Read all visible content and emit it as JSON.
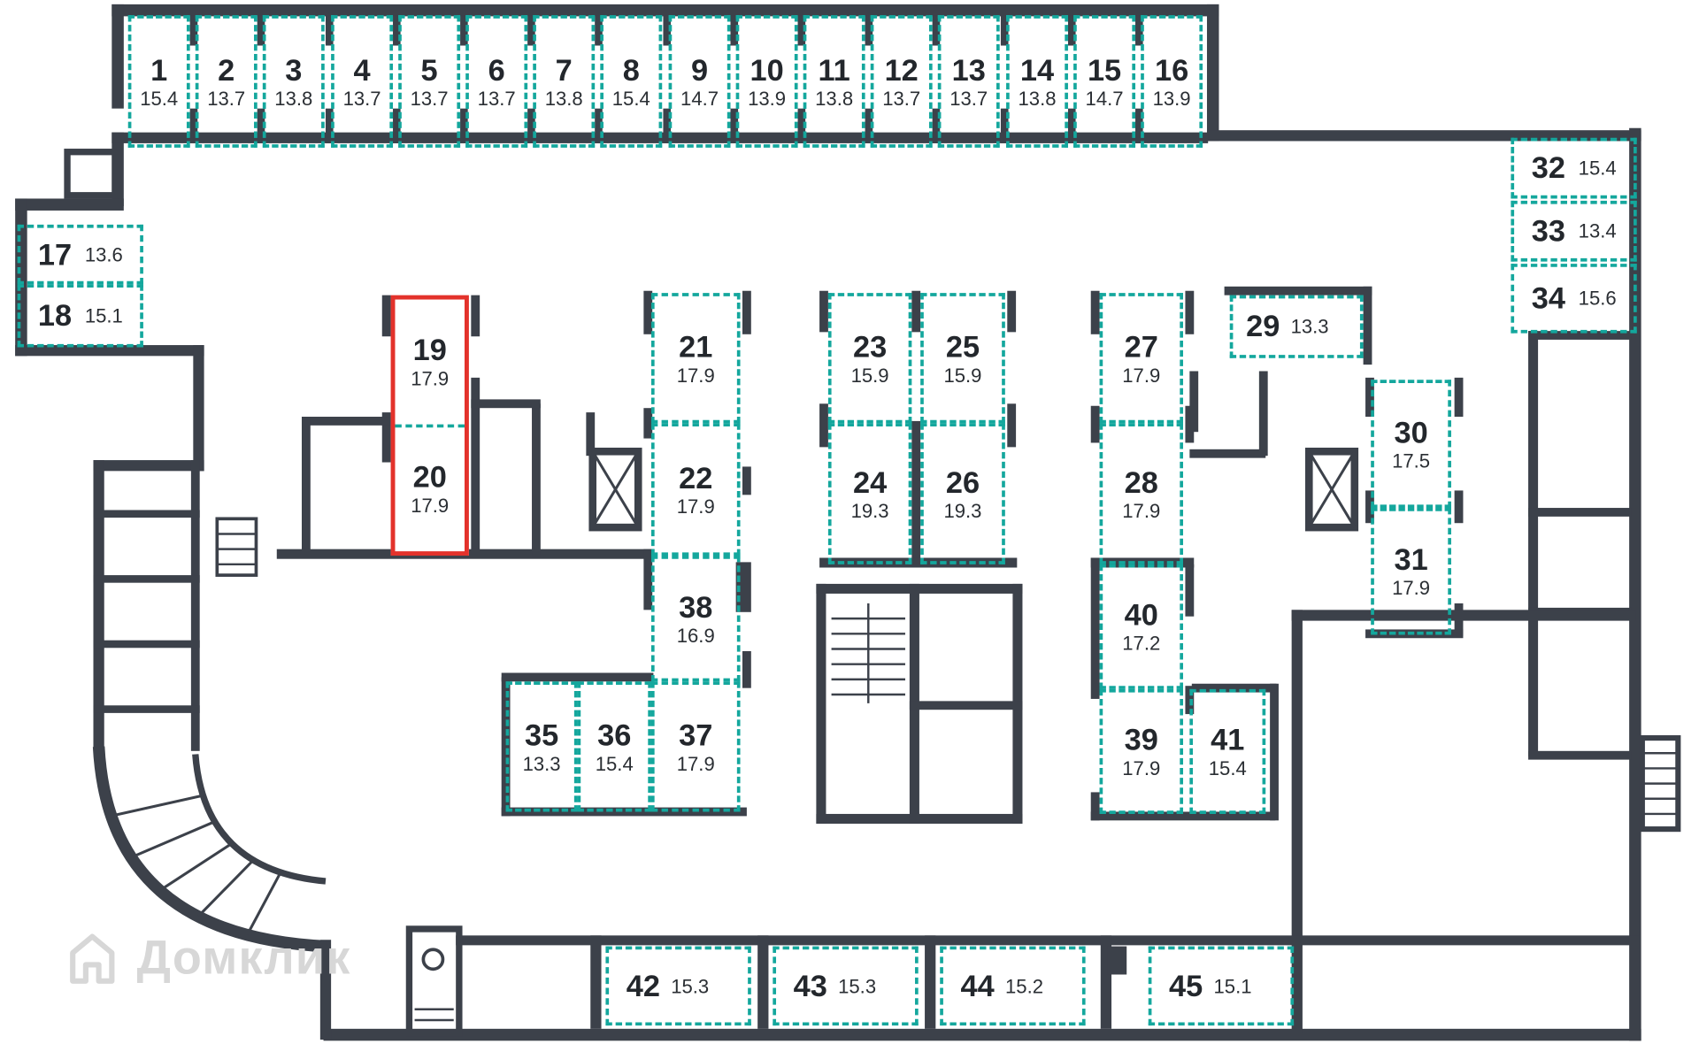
{
  "meta": {
    "type": "floor-plan",
    "watermark": "Домклик",
    "watermark_icon": "house-icon"
  },
  "colors": {
    "unit_outline_teal": "#14a79d",
    "selected_outline_red": "#e3322b",
    "wall_dark": "#3c414a",
    "watermark_gray": "#d7d7d7"
  },
  "selected_units": [
    "19",
    "20"
  ],
  "units": [
    {
      "number": "1",
      "area": "15.4"
    },
    {
      "number": "2",
      "area": "13.7"
    },
    {
      "number": "3",
      "area": "13.8"
    },
    {
      "number": "4",
      "area": "13.7"
    },
    {
      "number": "5",
      "area": "13.7"
    },
    {
      "number": "6",
      "area": "13.7"
    },
    {
      "number": "7",
      "area": "13.8"
    },
    {
      "number": "8",
      "area": "15.4"
    },
    {
      "number": "9",
      "area": "14.7"
    },
    {
      "number": "10",
      "area": "13.9"
    },
    {
      "number": "11",
      "area": "13.8"
    },
    {
      "number": "12",
      "area": "13.7"
    },
    {
      "number": "13",
      "area": "13.7"
    },
    {
      "number": "14",
      "area": "13.8"
    },
    {
      "number": "15",
      "area": "14.7"
    },
    {
      "number": "16",
      "area": "13.9"
    },
    {
      "number": "17",
      "area": "13.6"
    },
    {
      "number": "18",
      "area": "15.1"
    },
    {
      "number": "19",
      "area": "17.9"
    },
    {
      "number": "20",
      "area": "17.9"
    },
    {
      "number": "21",
      "area": "17.9"
    },
    {
      "number": "22",
      "area": "17.9"
    },
    {
      "number": "23",
      "area": "15.9"
    },
    {
      "number": "24",
      "area": "19.3"
    },
    {
      "number": "25",
      "area": "15.9"
    },
    {
      "number": "26",
      "area": "19.3"
    },
    {
      "number": "27",
      "area": "17.9"
    },
    {
      "number": "28",
      "area": "17.9"
    },
    {
      "number": "29",
      "area": "13.3"
    },
    {
      "number": "30",
      "area": "17.5"
    },
    {
      "number": "31",
      "area": "17.9"
    },
    {
      "number": "32",
      "area": "15.4"
    },
    {
      "number": "33",
      "area": "13.4"
    },
    {
      "number": "34",
      "area": "15.6"
    },
    {
      "number": "35",
      "area": "13.3"
    },
    {
      "number": "36",
      "area": "15.4"
    },
    {
      "number": "37",
      "area": "17.9"
    },
    {
      "number": "38",
      "area": "16.9"
    },
    {
      "number": "39",
      "area": "17.9"
    },
    {
      "number": "40",
      "area": "17.2"
    },
    {
      "number": "41",
      "area": "15.4"
    },
    {
      "number": "42",
      "area": "15.3"
    },
    {
      "number": "43",
      "area": "15.3"
    },
    {
      "number": "44",
      "area": "15.2"
    },
    {
      "number": "45",
      "area": "15.1"
    }
  ]
}
